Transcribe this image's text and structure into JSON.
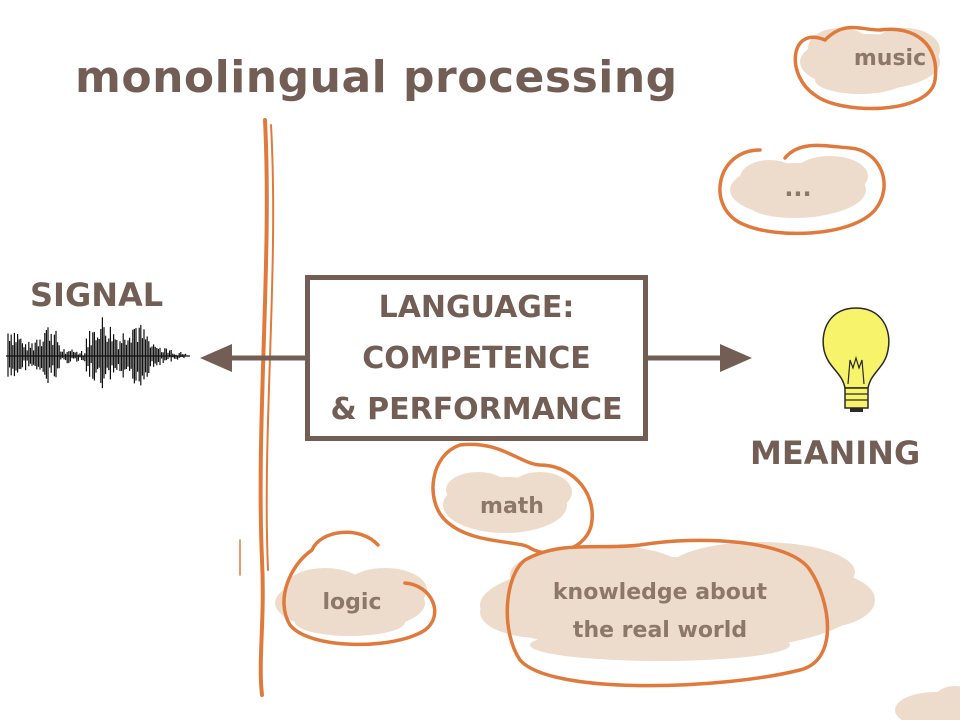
{
  "title": "monolingual processing",
  "signal_label": "SIGNAL",
  "meaning_label": "MEANING",
  "language_box": {
    "line1": "LANGUAGE:",
    "line2": "COMPETENCE",
    "line3": "& PERFORMANCE"
  },
  "clouds": {
    "music": "music",
    "ellipsis": "...",
    "math": "math",
    "logic": "logic",
    "knowledge_line1": "knowledge about",
    "knowledge_line2": "the real world"
  },
  "icons": {
    "waveform": "waveform-icon",
    "bulb": "lightbulb-icon"
  },
  "colors": {
    "text_brown": "#735e55",
    "cloud_fill": "#eddccb",
    "cloud_outline": "#e07a3c",
    "bulb_fill": "#f7f36a"
  }
}
